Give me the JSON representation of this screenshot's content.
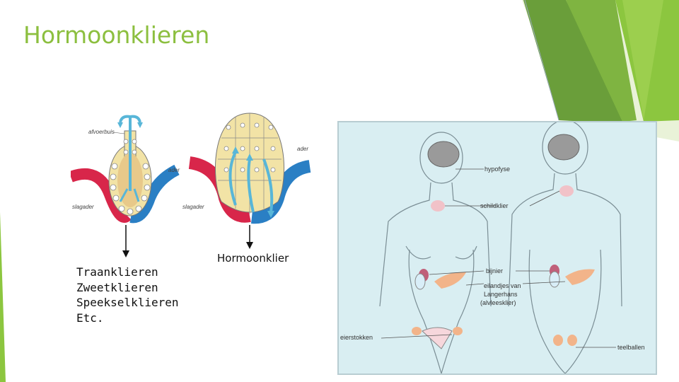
{
  "slide": {
    "title": "Hormoonklieren"
  },
  "exocrine_diagram": {
    "labels": [
      "afvoerbuis",
      "ader",
      "slagader"
    ]
  },
  "endocrine_diagram": {
    "labels": [
      "ader",
      "slagader"
    ]
  },
  "exocrine_examples": [
    "Traanklieren",
    "Zweetklieren",
    "Speekselklieren",
    "Etc."
  ],
  "endocrine_caption": "Hormoonklier",
  "body_figure": {
    "labels": {
      "hypofyse": "hypofyse",
      "schildklier": "schildklier",
      "bijnier": "bijnier",
      "eilandjes1": "eilandjes van",
      "eilandjes2": "Langerhans",
      "eilandjes3": "(alvleesklier)",
      "eierstokken": "eierstokken",
      "teelballen": "teelballen"
    }
  },
  "colors": {
    "accent": "#8cbf3f",
    "accent_dark": "#6a9e3a",
    "gland_fill": "#f2e3a6",
    "artery": "#d8264a",
    "vein": "#2a7fc4",
    "secretion_arrow": "#58b6d8",
    "panel_bg": "#d9eef2"
  }
}
